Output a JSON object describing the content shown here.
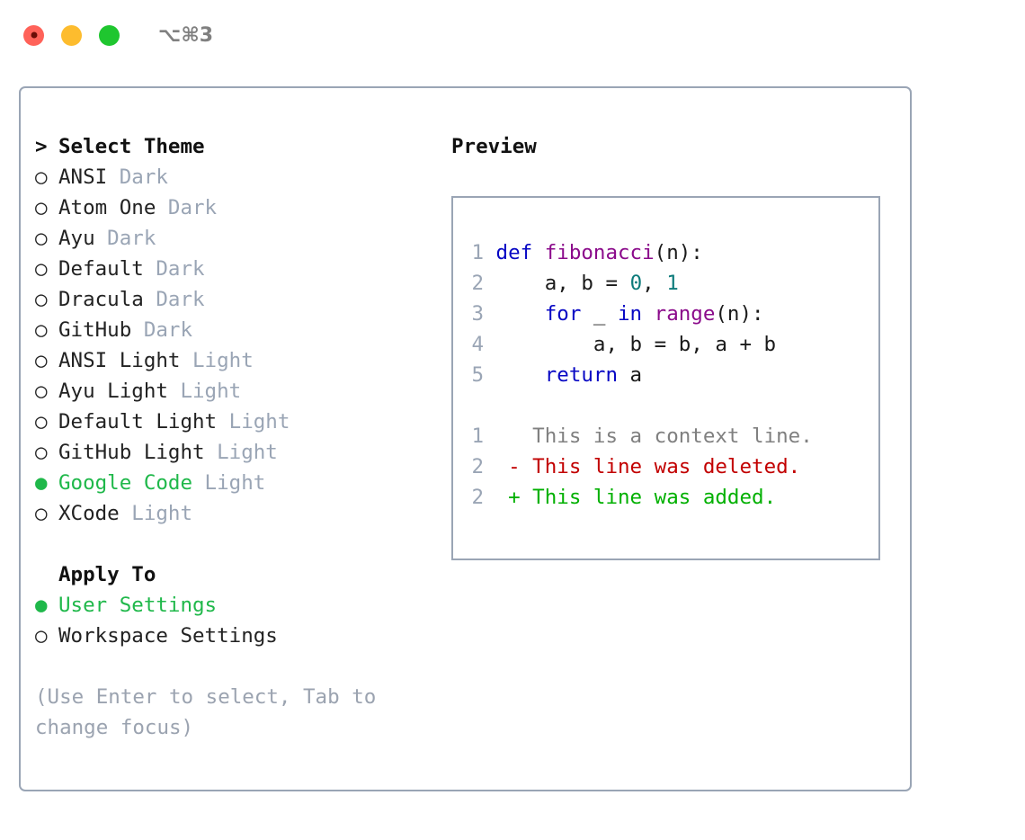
{
  "window": {
    "traffic_lights": [
      "close",
      "minimize",
      "maximize"
    ],
    "shortcut_label": "⌥⌘3",
    "colors": {
      "close": "#ff6259",
      "minimize": "#fdbc2e",
      "maximize": "#1fc62f",
      "border": "#9aa5b5",
      "accent_green": "#1fb84a",
      "muted": "#9aa5b5",
      "hint": "#9ba3b0"
    }
  },
  "theme_picker": {
    "header": "Select Theme",
    "header_marker": ">",
    "marker_unselected": "○",
    "marker_selected": "●",
    "items": [
      {
        "name": "ANSI",
        "kind": "Dark",
        "selected": false
      },
      {
        "name": "Atom One",
        "kind": "Dark",
        "selected": false
      },
      {
        "name": "Ayu",
        "kind": "Dark",
        "selected": false
      },
      {
        "name": "Default",
        "kind": "Dark",
        "selected": false
      },
      {
        "name": "Dracula",
        "kind": "Dark",
        "selected": false
      },
      {
        "name": "GitHub",
        "kind": "Dark",
        "selected": false
      },
      {
        "name": "ANSI Light",
        "kind": "Light",
        "selected": false
      },
      {
        "name": "Ayu Light",
        "kind": "Light",
        "selected": false
      },
      {
        "name": "Default Light",
        "kind": "Light",
        "selected": false
      },
      {
        "name": "GitHub Light",
        "kind": "Light",
        "selected": false
      },
      {
        "name": "Google Code",
        "kind": "Light",
        "selected": true
      },
      {
        "name": "XCode",
        "kind": "Light",
        "selected": false
      }
    ]
  },
  "apply_to": {
    "header": "Apply To",
    "items": [
      {
        "name": "User Settings",
        "selected": true
      },
      {
        "name": "Workspace Settings",
        "selected": false
      }
    ]
  },
  "hint": "(Use Enter to select, Tab to\nchange focus)",
  "preview": {
    "title": "Preview",
    "code_lines": [
      {
        "no": "1",
        "tokens": [
          {
            "t": "def ",
            "c": "kw"
          },
          {
            "t": "fibonacci",
            "c": "fn"
          },
          {
            "t": "(n):",
            "c": "pln"
          }
        ]
      },
      {
        "no": "2",
        "tokens": [
          {
            "t": "    a, b = ",
            "c": "pln"
          },
          {
            "t": "0",
            "c": "num"
          },
          {
            "t": ", ",
            "c": "pln"
          },
          {
            "t": "1",
            "c": "num"
          }
        ]
      },
      {
        "no": "3",
        "tokens": [
          {
            "t": "    ",
            "c": "pln"
          },
          {
            "t": "for",
            "c": "kw"
          },
          {
            "t": " _ ",
            "c": "pln"
          },
          {
            "t": "in",
            "c": "kw"
          },
          {
            "t": " ",
            "c": "pln"
          },
          {
            "t": "range",
            "c": "fn"
          },
          {
            "t": "(n):",
            "c": "pln"
          }
        ]
      },
      {
        "no": "4",
        "tokens": [
          {
            "t": "        a, b = b, a + b",
            "c": "pln"
          }
        ]
      },
      {
        "no": "5",
        "tokens": [
          {
            "t": "    ",
            "c": "pln"
          },
          {
            "t": "return",
            "c": "kw"
          },
          {
            "t": " a",
            "c": "pln"
          }
        ]
      }
    ],
    "diff_lines": [
      {
        "no": "1",
        "sign": " ",
        "text": " This is a context line.",
        "c": "ctx"
      },
      {
        "no": "2",
        "sign": "-",
        "text": " This line was deleted.",
        "c": "del"
      },
      {
        "no": "2",
        "sign": "+",
        "text": " This line was added.",
        "c": "add"
      }
    ]
  }
}
